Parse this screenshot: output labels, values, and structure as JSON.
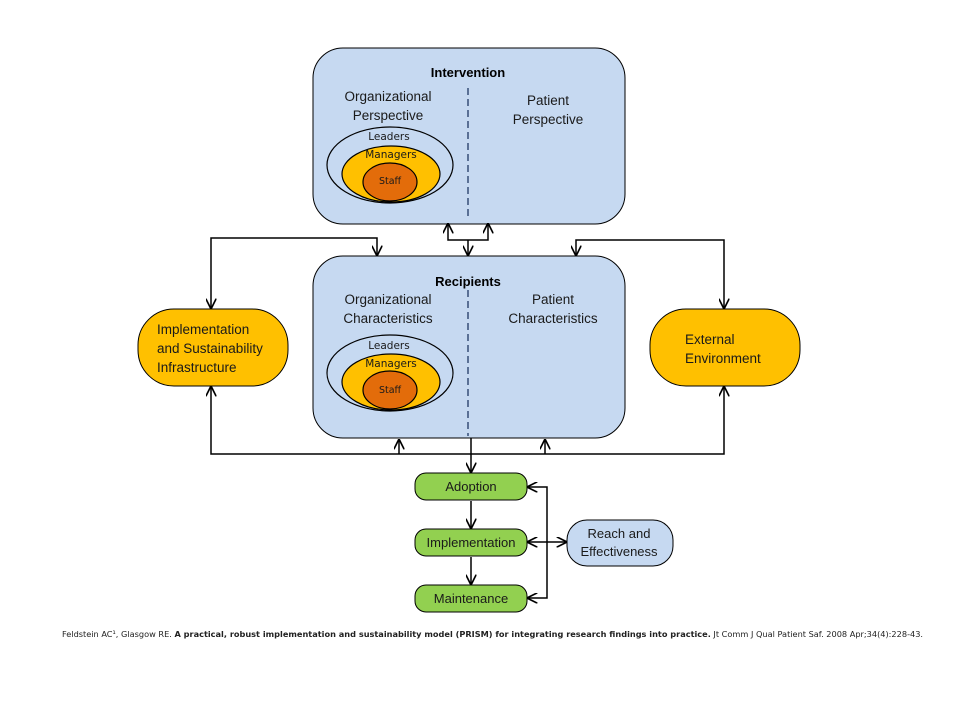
{
  "intervention": {
    "title": "Intervention",
    "left_label": [
      "Organizational",
      "Perspective"
    ],
    "right_label": [
      "Patient",
      "Perspective"
    ],
    "rings": {
      "outer": "Leaders",
      "middle": "Managers",
      "inner": "Staff"
    }
  },
  "recipients": {
    "title": "Recipients",
    "left_label": [
      "Organizational",
      "Characteristics"
    ],
    "right_label": [
      "Patient",
      "Characteristics"
    ],
    "rings": {
      "outer": "Leaders",
      "middle": "Managers",
      "inner": "Staff"
    }
  },
  "infrastructure": {
    "label": [
      "Implementation",
      "and Sustainability",
      "Infrastructure"
    ]
  },
  "environment": {
    "label": [
      "External",
      "Environment"
    ]
  },
  "outcomes": {
    "adoption": "Adoption",
    "implementation": "Implementation",
    "maintenance": "Maintenance"
  },
  "reach": {
    "label": [
      "Reach and",
      "Effectiveness"
    ]
  },
  "citation": {
    "authors": "Feldstein AC¹, Glasgow RE. ",
    "title": "A practical, robust implementation and sustainability model (PRISM) for integrating research findings into practice.",
    "journal": " Jt Comm J Qual Patient Saf. 2008 Apr;34(4):228-43."
  },
  "colors": {
    "blue_box": "#c6d9f1",
    "orange_box": "#ffc000",
    "staff_circle": "#e36c0a",
    "green_box": "#92d050",
    "reach_box": "#c6d9f1",
    "stroke": "#000000"
  }
}
